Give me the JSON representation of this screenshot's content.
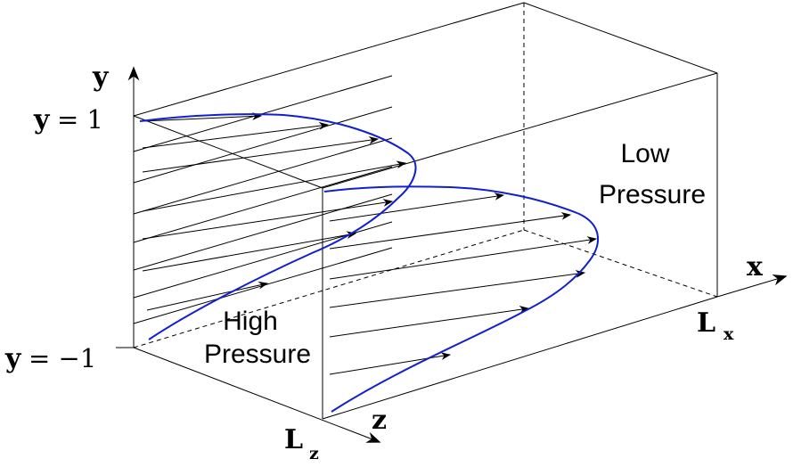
{
  "axes": {
    "y": "y",
    "x": "x",
    "z": "z"
  },
  "labels": {
    "y_top_var": "y",
    "y_top_eq": "= 1",
    "y_bottom_var": "y",
    "y_bottom_eq": "= −1",
    "lx_main": "L",
    "lx_sub": "x",
    "lz_main": "L",
    "lz_sub": "z"
  },
  "regions": {
    "high_line1": "High",
    "high_line2": "Pressure",
    "low_line1": "Low",
    "low_line2": "Pressure"
  },
  "colors": {
    "profile": "#1020d0",
    "lines": "#000000"
  }
}
